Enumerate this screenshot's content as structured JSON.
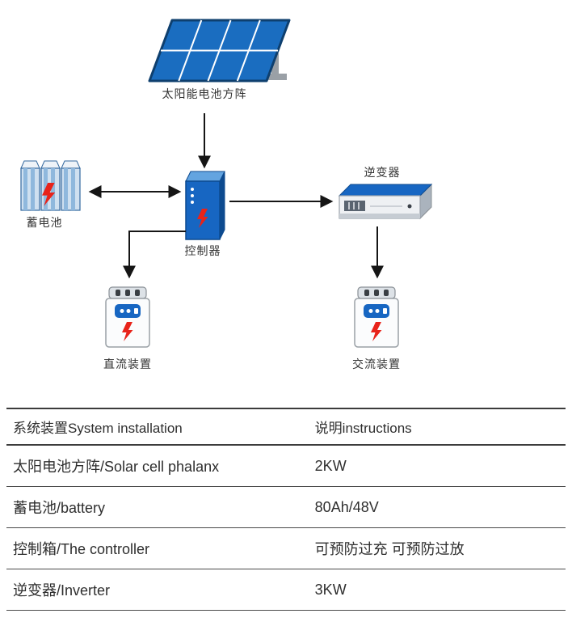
{
  "diagram": {
    "nodes": {
      "solar": {
        "label": "太阳能电池方阵"
      },
      "battery": {
        "label": "蓄电池"
      },
      "controller": {
        "label": "控制器"
      },
      "inverter": {
        "label": "逆变器"
      },
      "dc_device": {
        "label": "直流装置"
      },
      "ac_device": {
        "label": "交流装置"
      }
    },
    "colors": {
      "panel_blue": "#1a6dc0",
      "dark_navy": "#0e3f6e",
      "light_blue_top": "#63a4e0",
      "accent_red": "#e8231a",
      "arrow_black": "#151515",
      "metal_gray": "#9aa0a6"
    }
  },
  "table": {
    "headers": [
      "系统装置System installation",
      "说明instructions"
    ],
    "rows": [
      [
        "太阳电池方阵/Solar cell phalanx",
        "2KW"
      ],
      [
        "蓄电池/battery",
        "80Ah/48V"
      ],
      [
        "控制箱/The controller",
        "可预防过充  可预防过放"
      ],
      [
        "逆变器/Inverter",
        "3KW"
      ]
    ]
  }
}
